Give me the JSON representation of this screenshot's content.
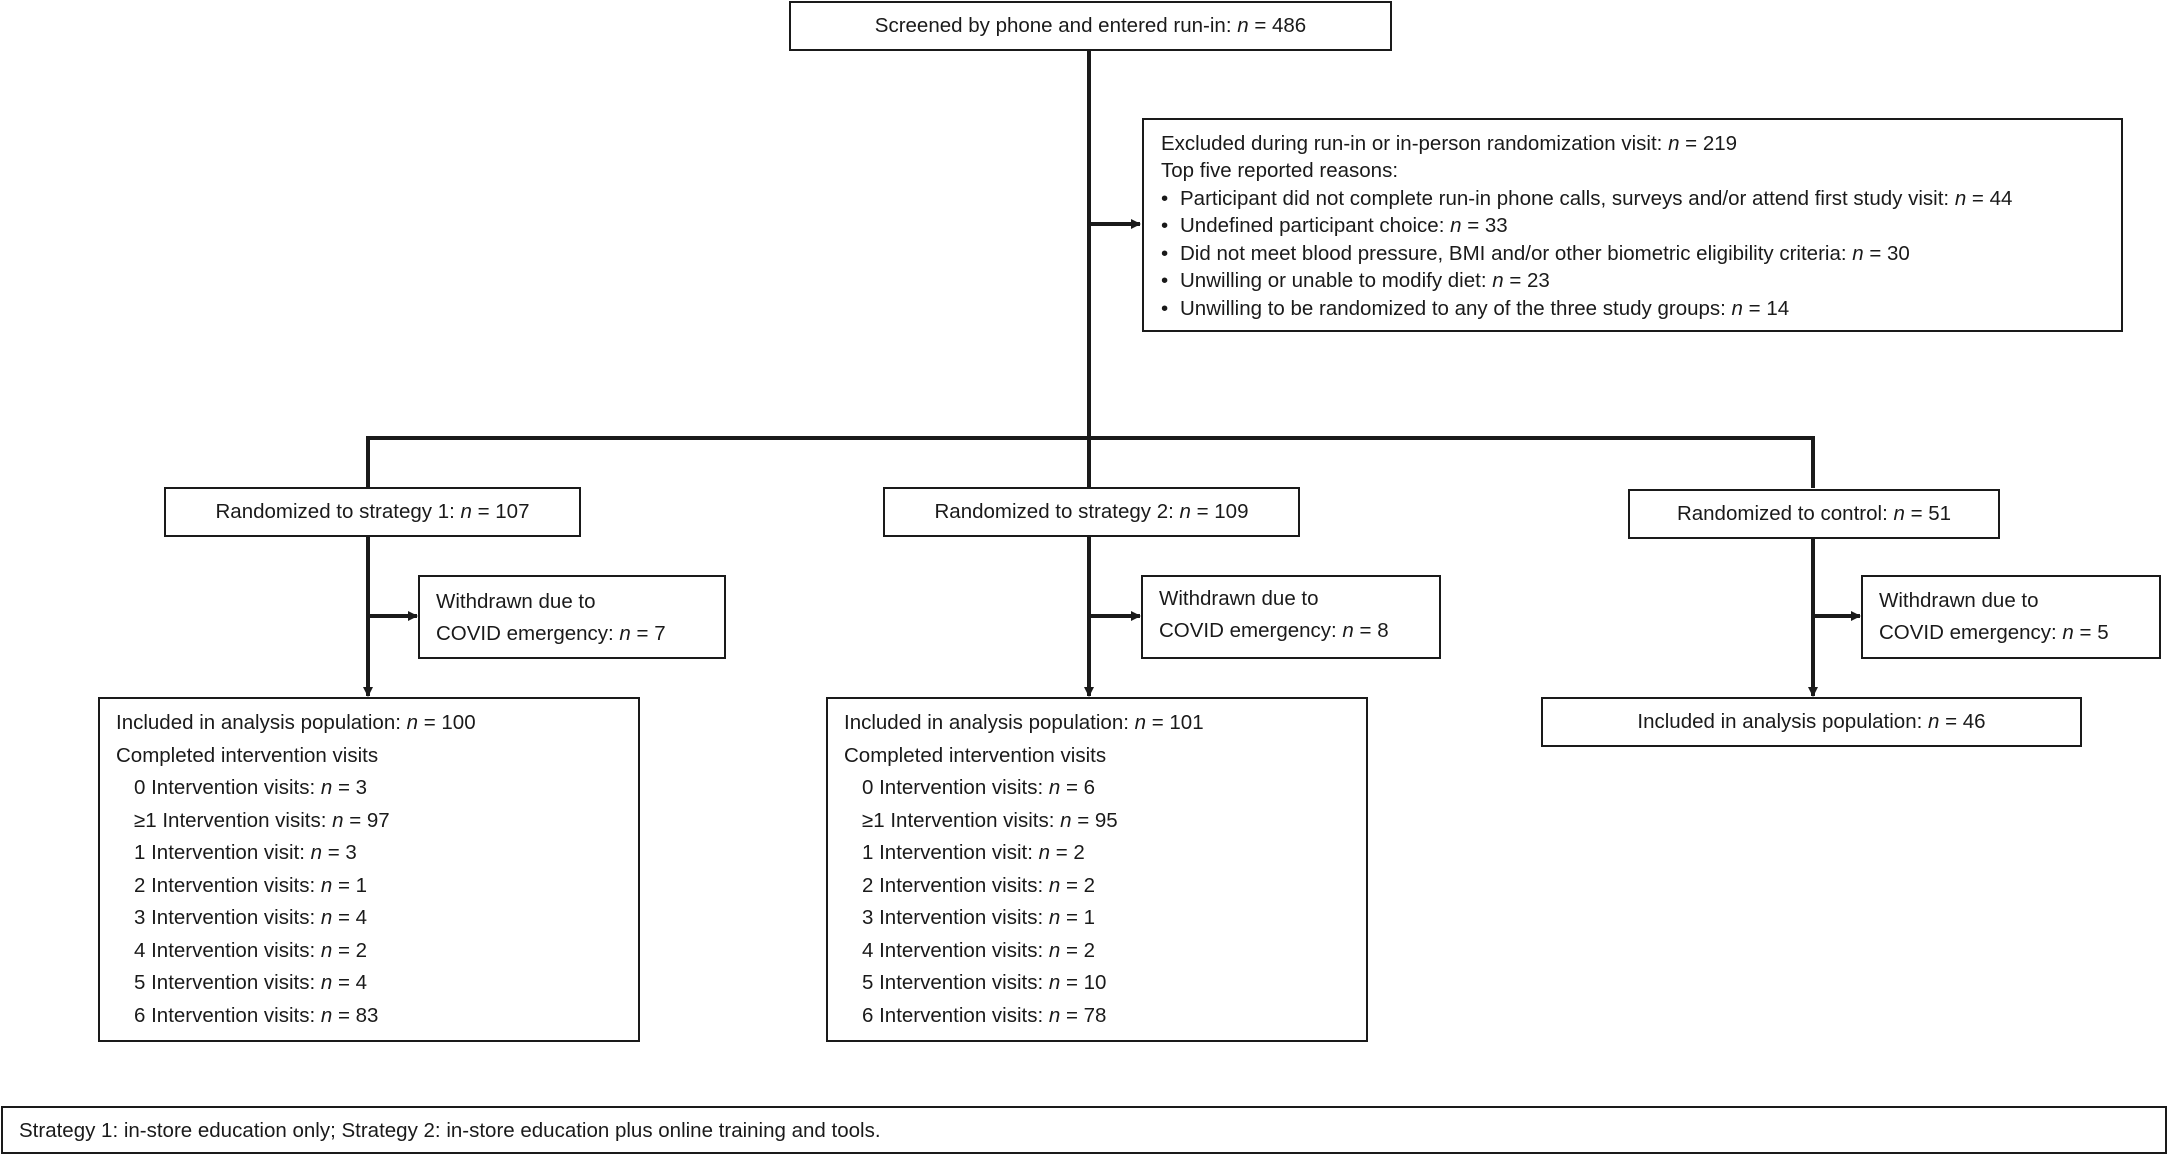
{
  "screened": {
    "label": "Screened by phone and entered run-in: ",
    "n": "n",
    "eq": " = 486"
  },
  "excluded": {
    "header": {
      "label": "Excluded during run-in or in-person randomization visit: ",
      "n": "n",
      "eq": " = 219"
    },
    "subheader": "Top five reported reasons:",
    "reasons": [
      {
        "label": "Participant did not complete run-in phone calls, surveys and/or attend first study visit: ",
        "n": "n",
        "eq": " = 44"
      },
      {
        "label": "Undefined participant choice: ",
        "n": "n",
        "eq": " = 33"
      },
      {
        "label": "Did not meet blood pressure, BMI and/or other biometric eligibility criteria: ",
        "n": "n",
        "eq": " = 30"
      },
      {
        "label": "Unwilling or unable to modify diet: ",
        "n": "n",
        "eq": " = 23"
      },
      {
        "label": "Unwilling to be randomized to any of the three study groups: ",
        "n": "n",
        "eq": " = 14"
      }
    ]
  },
  "arms": [
    {
      "randomized": {
        "label": "Randomized to strategy 1: ",
        "n": "n",
        "eq": " = 107"
      },
      "withdrawn": {
        "line1": "Withdrawn due to",
        "label": "COVID emergency: ",
        "n": "n",
        "eq": " = 7"
      },
      "included": {
        "label": "Included in analysis population: ",
        "n": "n",
        "eq": " = 100"
      },
      "completed_label": "Completed intervention visits",
      "visits": [
        {
          "label": "0 Intervention visits: ",
          "n": "n",
          "eq": " = 3"
        },
        {
          "label": "≥1 Intervention visits: ",
          "n": "n",
          "eq": " = 97"
        },
        {
          "label": "1 Intervention visit: ",
          "n": "n",
          "eq": " = 3"
        },
        {
          "label": "2 Intervention visits: ",
          "n": "n",
          "eq": " = 1"
        },
        {
          "label": "3 Intervention visits: ",
          "n": "n",
          "eq": " = 4"
        },
        {
          "label": "4 Intervention visits: ",
          "n": "n",
          "eq": " = 2"
        },
        {
          "label": "5 Intervention visits: ",
          "n": "n",
          "eq": " = 4"
        },
        {
          "label": "6 Intervention visits: ",
          "n": "n",
          "eq": " = 83"
        }
      ]
    },
    {
      "randomized": {
        "label": "Randomized to strategy 2: ",
        "n": "n",
        "eq": " = 109"
      },
      "withdrawn": {
        "line1": "Withdrawn due to",
        "label": "COVID emergency: ",
        "n": "n",
        "eq": " = 8"
      },
      "included": {
        "label": "Included in analysis population: ",
        "n": "n",
        "eq": " = 101"
      },
      "completed_label": "Completed intervention visits",
      "visits": [
        {
          "label": "0 Intervention visits: ",
          "n": "n",
          "eq": " = 6"
        },
        {
          "label": "≥1 Intervention visits: ",
          "n": "n",
          "eq": " = 95"
        },
        {
          "label": "1 Intervention visit: ",
          "n": "n",
          "eq": " = 2"
        },
        {
          "label": "2 Intervention visits: ",
          "n": "n",
          "eq": " = 2"
        },
        {
          "label": "3 Intervention visits: ",
          "n": "n",
          "eq": " = 1"
        },
        {
          "label": "4 Intervention visits: ",
          "n": "n",
          "eq": " = 2"
        },
        {
          "label": "5 Intervention visits: ",
          "n": "n",
          "eq": " = 10"
        },
        {
          "label": "6 Intervention visits: ",
          "n": "n",
          "eq": " = 78"
        }
      ]
    },
    {
      "randomized": {
        "label": "Randomized to control: ",
        "n": "n",
        "eq": " = 51"
      },
      "withdrawn": {
        "line1": "Withdrawn due to",
        "label": "COVID emergency: ",
        "n": "n",
        "eq": " = 5"
      },
      "included": {
        "label": "Included in analysis population: ",
        "n": "n",
        "eq": " = 46"
      }
    }
  ],
  "footnote": "Strategy 1: in-store education only; Strategy 2: in-store education plus online training and tools."
}
